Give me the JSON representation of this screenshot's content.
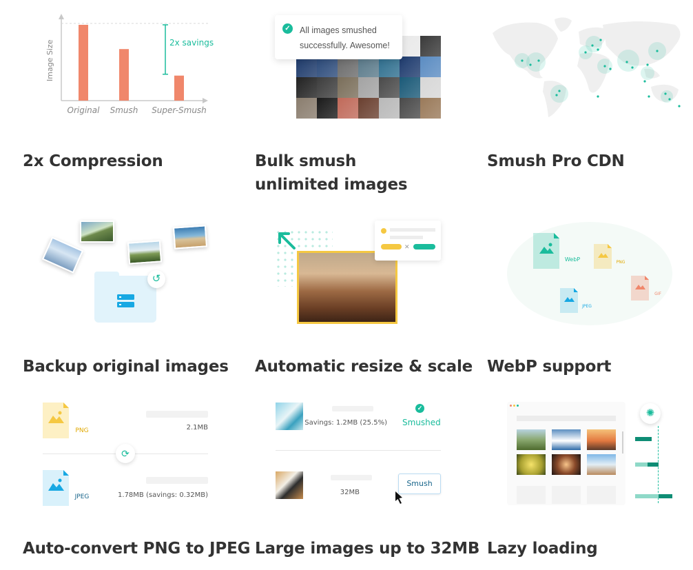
{
  "features": {
    "compression": {
      "title": "2x Compression",
      "chart_data": {
        "type": "bar",
        "categories": [
          "Original",
          "Smush",
          "Super-Smush"
        ],
        "values": [
          100,
          68,
          33
        ],
        "ylabel": "Image Size",
        "xlabel": "",
        "annotation": "2x savings",
        "grid": false,
        "bar_color": "#f0876b",
        "annotation_color": "#1abc9c"
      }
    },
    "bulk": {
      "title": "Bulk smush unlimited images",
      "toast": "All images smushed successfully. Awesome!"
    },
    "cdn": {
      "title": "Smush Pro CDN"
    },
    "backup": {
      "title": "Backup original images"
    },
    "resize": {
      "title": "Automatic resize & scale"
    },
    "webp": {
      "title": "WebP support",
      "formats": [
        "WebP",
        "PNG",
        "GIF",
        "JPEG"
      ]
    },
    "png_to_jpeg": {
      "title": "Auto-convert PNG to JPEG",
      "png_label": "PNG",
      "png_size": "2.1MB",
      "jpeg_label": "JPEG",
      "jpeg_size": "1.78MB (savings: 0.32MB)"
    },
    "large_images": {
      "title": "Large images up to 32MB",
      "savings": "Savings: 1.2MB (25.5%)",
      "status": "Smushed",
      "size": "32MB",
      "button": "Smush"
    },
    "lazy": {
      "title": "Lazy loading"
    }
  },
  "colors": {
    "accent": "#1abc9c",
    "coral": "#f0876b",
    "yellow": "#f5c842",
    "blue": "#17a8e3",
    "title": "#333333"
  }
}
